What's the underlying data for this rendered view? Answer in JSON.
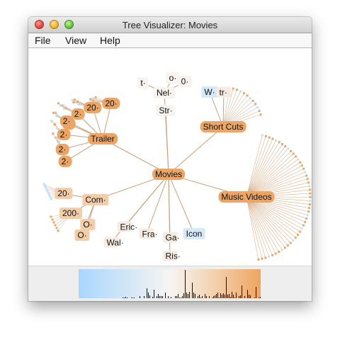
{
  "window": {
    "title": "Tree Visualizer: Movies"
  },
  "menu": [
    "File",
    "View",
    "Help"
  ],
  "colors": {
    "accent": "#eba566",
    "edge": "#c8a07a",
    "leaf_blue": "#bfe0f7",
    "hist_left": "#a9d6ff",
    "hist_right": "#eea660"
  },
  "tree": {
    "root": "Movies",
    "branches": {
      "trailer": {
        "label": "Trailer",
        "children": [
          "20·",
          "20·",
          "2·",
          "2·",
          "2·",
          "2·",
          "2·",
          "2·"
        ]
      },
      "short_cuts": {
        "label": "Short Cuts",
        "children": [
          "W·",
          "tr·"
        ]
      },
      "music_videos": {
        "label": "Music Videos"
      },
      "com": {
        "label": "Com·",
        "children": [
          "20·",
          "200·",
          "O·",
          "O·"
        ]
      },
      "nel": {
        "label": "Nel·",
        "children": [
          "t·",
          "o·",
          "0·"
        ]
      },
      "str": {
        "label": "Str·"
      },
      "eric": {
        "label": "Eric·"
      },
      "wal": {
        "label": "Wal·"
      },
      "fra": {
        "label": "Fra·"
      },
      "ga": {
        "label": "Ga·"
      },
      "ris": {
        "label": "Ris·"
      },
      "icon": {
        "label": "Icon"
      }
    }
  }
}
